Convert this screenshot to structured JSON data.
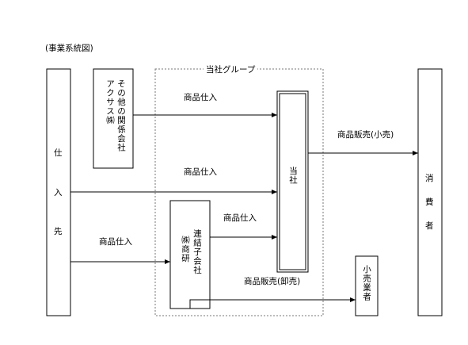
{
  "diagram_title": "(事業系統図)",
  "group_label": "当社グループ",
  "nodes": {
    "supplier": {
      "chars": [
        "仕",
        "入",
        "先"
      ]
    },
    "other_related_company": {
      "line1": "その他の関係会社",
      "line2": "アクサス㈱"
    },
    "parent_company": {
      "label": "当社"
    },
    "consolidated_subsidiary": {
      "line1": "連結子会社",
      "line2": "㈱商研"
    },
    "consumer": {
      "chars": [
        "消",
        "費",
        "者"
      ]
    },
    "retailer": {
      "label": "小売業者"
    }
  },
  "edges": {
    "other_to_parent": "商品仕入",
    "supplier_to_parent": "商品仕入",
    "subsidiary_to_parent": "商品仕入",
    "supplier_to_subsidiary": "商品仕入",
    "parent_to_consumer": "商品販売(小売)",
    "subsidiary_to_retailer": "商品販売(卸売)"
  }
}
